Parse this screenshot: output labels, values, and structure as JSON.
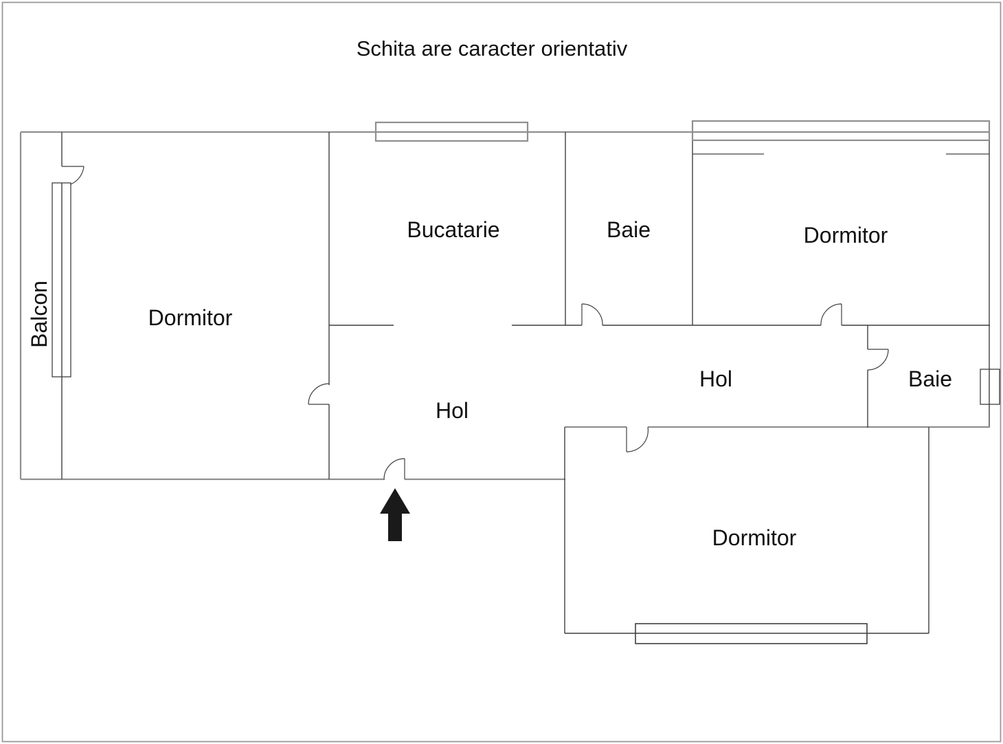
{
  "title": "Schita are caracter orientativ",
  "rooms": {
    "balcon": {
      "label": "Balcon"
    },
    "dormitor_left": {
      "label": "Dormitor"
    },
    "bucatarie": {
      "label": "Bucatarie"
    },
    "baie_top": {
      "label": "Baie"
    },
    "dormitor_top_right": {
      "label": "Dormitor"
    },
    "hol_center": {
      "label": "Hol"
    },
    "hol_right": {
      "label": "Hol"
    },
    "baie_right": {
      "label": "Baie"
    },
    "dormitor_bottom": {
      "label": "Dormitor"
    }
  },
  "annotations": {
    "entrance_arrow": "up-arrow"
  },
  "colors": {
    "background": "#ffffff",
    "wall_dark": "#3f3f3f",
    "wall_gray": "#8f8f8f",
    "canvas_border": "#999999",
    "arrow_fill": "#1a1a1a",
    "text": "#111111"
  }
}
